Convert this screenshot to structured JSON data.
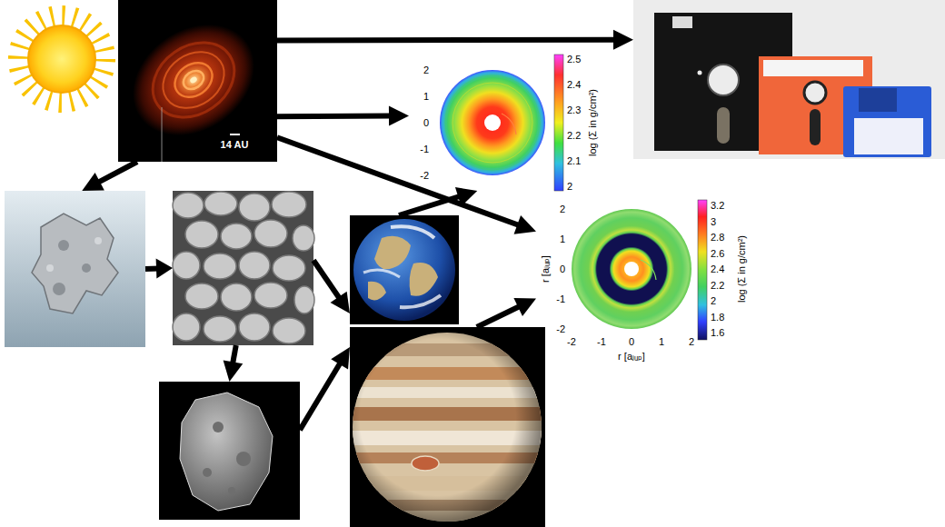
{
  "diagram": {
    "nodes": [
      {
        "text": []
      },
      {
        "text": [
          "14 AU"
        ]
      },
      {
        "text": []
      },
      {
        "text": [
          "2",
          "1",
          "0",
          "-1",
          "-2",
          "2.5",
          "2.4",
          "2.3",
          "2.2",
          "2.1",
          "2",
          "log (Σ in g/cm²)"
        ]
      },
      {
        "text": []
      },
      {
        "text": []
      },
      {
        "text": []
      },
      {
        "text": [
          "r [aⱼᵤₚ]",
          "2",
          "1",
          "0",
          "-1",
          "-2",
          "-2",
          "-1",
          "0",
          "1",
          "2",
          "r [aⱼᵤₚ]",
          "3.2",
          "3",
          "2.8",
          "2.6",
          "2.4",
          "2.2",
          "2",
          "1.8",
          "1.6",
          "log (Σ in g/cm²)"
        ]
      },
      {
        "text": []
      },
      {
        "text": []
      }
    ],
    "edges": [
      {
        "from": 1,
        "to": 2,
        "arrow": "to"
      },
      {
        "from": 1,
        "to": 3,
        "arrow": "to"
      },
      {
        "from": 1,
        "to": 7,
        "arrow": "to"
      },
      {
        "from": 1,
        "to": 4,
        "arrow": "to"
      },
      {
        "from": 4,
        "to": 5,
        "arrow": "to"
      },
      {
        "from": 5,
        "to": 6,
        "arrow": "to"
      },
      {
        "from": 5,
        "to": 8,
        "arrow": "to"
      },
      {
        "from": 8,
        "to": 9,
        "arrow": "to"
      },
      {
        "from": 6,
        "to": 3,
        "arrow": "to"
      },
      {
        "from": 9,
        "to": 7,
        "arrow": "to"
      }
    ]
  }
}
